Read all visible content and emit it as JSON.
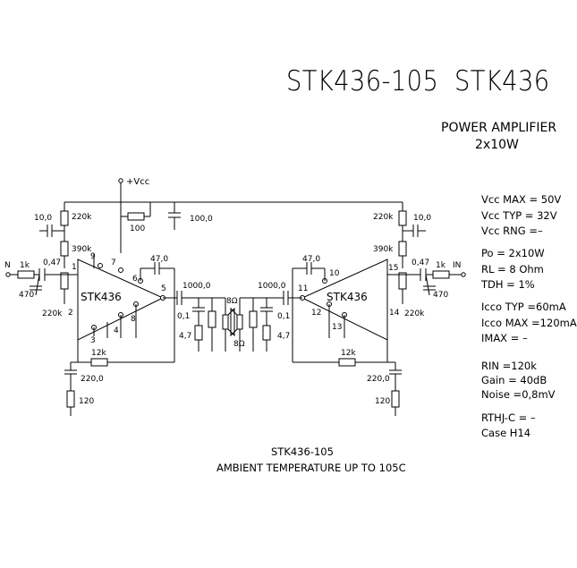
{
  "title": {
    "part": "STK436-105",
    "family": "STK436"
  },
  "subtitle": {
    "line1": "POWER AMPLIFIER",
    "line2": "2x10W"
  },
  "specs": {
    "vcc_max": "Vcc MAX = 50V",
    "vcc_typ": "Vcc TYP = 32V",
    "vcc_rng": "Vcc RNG =–",
    "po": "Po  = 2x10W",
    "rl": "RL  = 8 Ohm",
    "tdh": "TDH = 1%",
    "icco_typ": "Icco TYP =60mA",
    "icco_max": "Icco MAX =120mA",
    "imax": "IMAX  =  –",
    "rin": "RIN  =120k",
    "gain": "Gain  = 40dB",
    "noise": "Noise =0,8mV",
    "rthj": "RTHJ-C = –",
    "case": "Case H14"
  },
  "caption": {
    "line1": "STK436-105",
    "line2": "AMBIENT TEMPERATURE UP TO 105C"
  },
  "schematic": {
    "supply": "+Vcc",
    "ic_label": "STK436",
    "left": {
      "input": "N",
      "r_in": "1k",
      "c_in": "0,47",
      "c_in_shunt": "470",
      "r_bias_top": "220k",
      "r_bias_mid": "390k",
      "r_bias_low": "220k",
      "c_boot": "10,0",
      "c_bs": "47,0",
      "c_out": "1000,0",
      "c_zobel": "0,1",
      "r_zobel": "4,7",
      "r_fb": "12k",
      "c_fb": "220,0",
      "r_fb_gnd": "120",
      "speaker": "8Ω",
      "pins": [
        "1",
        "9",
        "7",
        "6",
        "5",
        "2",
        "3",
        "4",
        "8"
      ]
    },
    "right": {
      "input": "IN",
      "r_in": "1k",
      "c_in": "0,47",
      "c_in_shunt": "470",
      "r_bias_top": "220k",
      "r_bias_mid": "390k",
      "r_bias_low": "220k",
      "c_boot": "10,0",
      "c_bs": "47,0",
      "c_out": "1000,0",
      "c_zobel": "0,1",
      "r_zobel": "4,7",
      "r_fb": "12k",
      "c_fb": "220,0",
      "r_fb_gnd": "120",
      "speaker": "8Ω",
      "pins": [
        "15",
        "10",
        "11",
        "12",
        "13",
        "14"
      ]
    },
    "common": {
      "r_supply": "100",
      "c_supply": "100,0"
    }
  }
}
